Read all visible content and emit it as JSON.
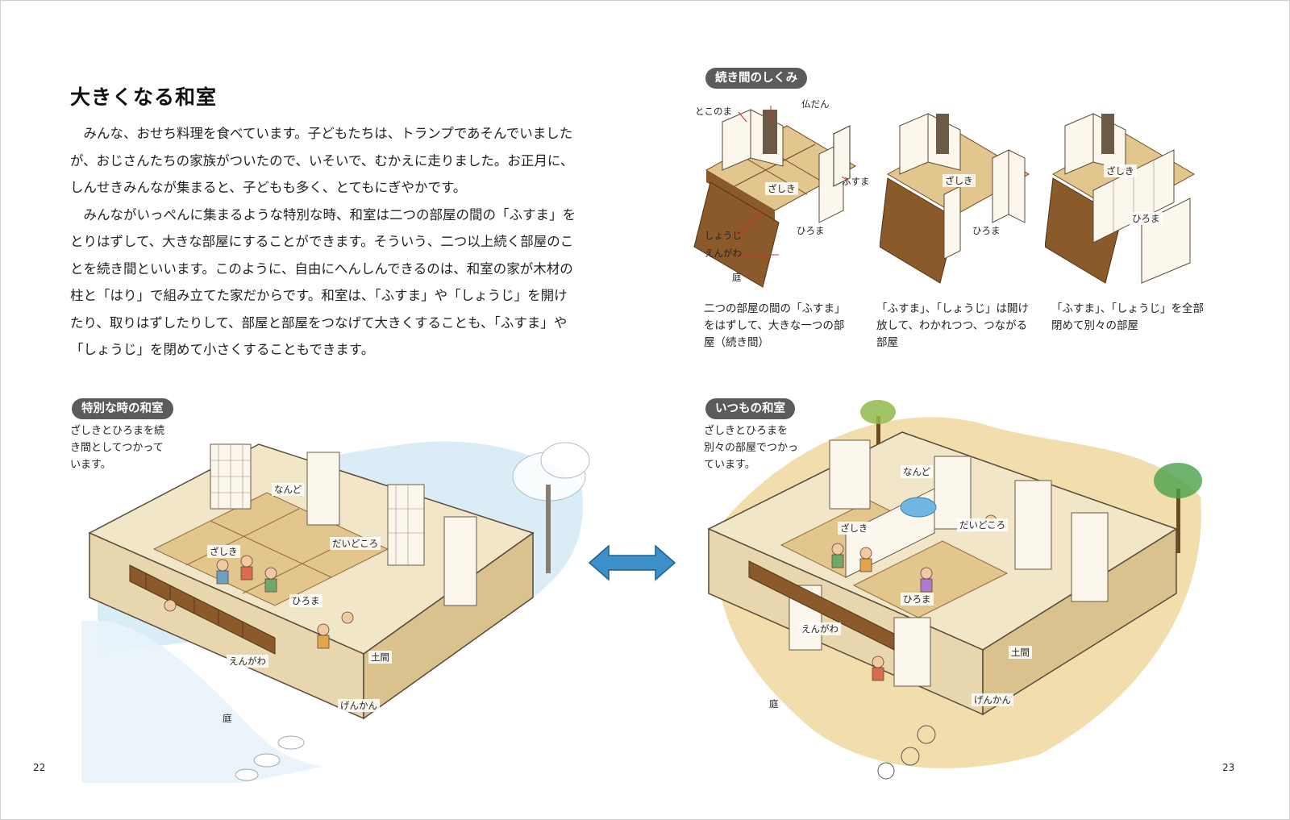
{
  "title": "大きくなる和室",
  "body": {
    "paragraph_1": "みんな、おせち料理を食べています。子どもたちは、トランプであそんでいましたが、おじさんたちの家族がついたので、いそいで、むかえに走りました。お正月に、しんせきみんなが集まると、子どもも多く、とてもにぎやかです。",
    "paragraph_2": "みんながいっぺんに集まるような特別な時、和室は二つの部屋の間の「ふすま」をとりはずして、大きな部屋にすることができます。そういう、二つ以上続く部屋のことを続き間といいます。このように、自由にへんしんできるのは、和室の家が木材の柱と「はり」で組み立てた家だからです。和室は、「ふすま」や「しょうじ」を開けたり、取りはずしたりして、部屋と部屋をつなげて大きくすることも、「ふすま」や「しょうじ」を閉めて小さくすることもできます。"
  },
  "structure_section": {
    "heading": "続き間のしくみ",
    "labels": {
      "tokonoma": "とこのま",
      "butsudan": "仏だん",
      "fusuma": "ふすま",
      "zashiki": "ざしき",
      "hiroma": "ひろま",
      "shouji": "しょうじ",
      "engawa": "えんがわ",
      "niwa": "庭"
    },
    "captions": [
      "二つの部屋の間の「ふすま」をはずして、大きな一つの部屋（続き間）",
      "「ふすま」、「しょうじ」は開け放して、わかれつつ、つながる部屋",
      "「ふすま」、「しょうじ」を全部閉めて別々の部屋"
    ]
  },
  "special_section": {
    "heading": "特別な時の和室",
    "description": "ざしきとひろまを続き間としてつかっています。",
    "labels": {
      "nando": "なんど",
      "zashiki": "ざしき",
      "daidokoro": "だいどころ",
      "hiroma": "ひろま",
      "engawa": "えんがわ",
      "doma": "土間",
      "genkan": "げんかん",
      "niwa": "庭"
    }
  },
  "everyday_section": {
    "heading": "いつもの和室",
    "description": "ざしきとひろまを別々の部屋でつかっています。",
    "labels": {
      "nando": "なんど",
      "zashiki": "ざしき",
      "daidokoro": "だいどころ",
      "hiroma": "ひろま",
      "engawa": "えんがわ",
      "doma": "土間",
      "genkan": "げんかん",
      "niwa": "庭"
    }
  },
  "page_numbers": {
    "left": "22",
    "right": "23"
  },
  "colors": {
    "pill": "#5b5b5b",
    "tatami": "#e3c68d",
    "wood": "#8b5a2b",
    "wall": "#f2e6c8",
    "arrow": "#3d8fc9",
    "sky_wash": "#bcdff0",
    "ground_wash": "#e8c26a",
    "label_line": "#d0302a"
  }
}
